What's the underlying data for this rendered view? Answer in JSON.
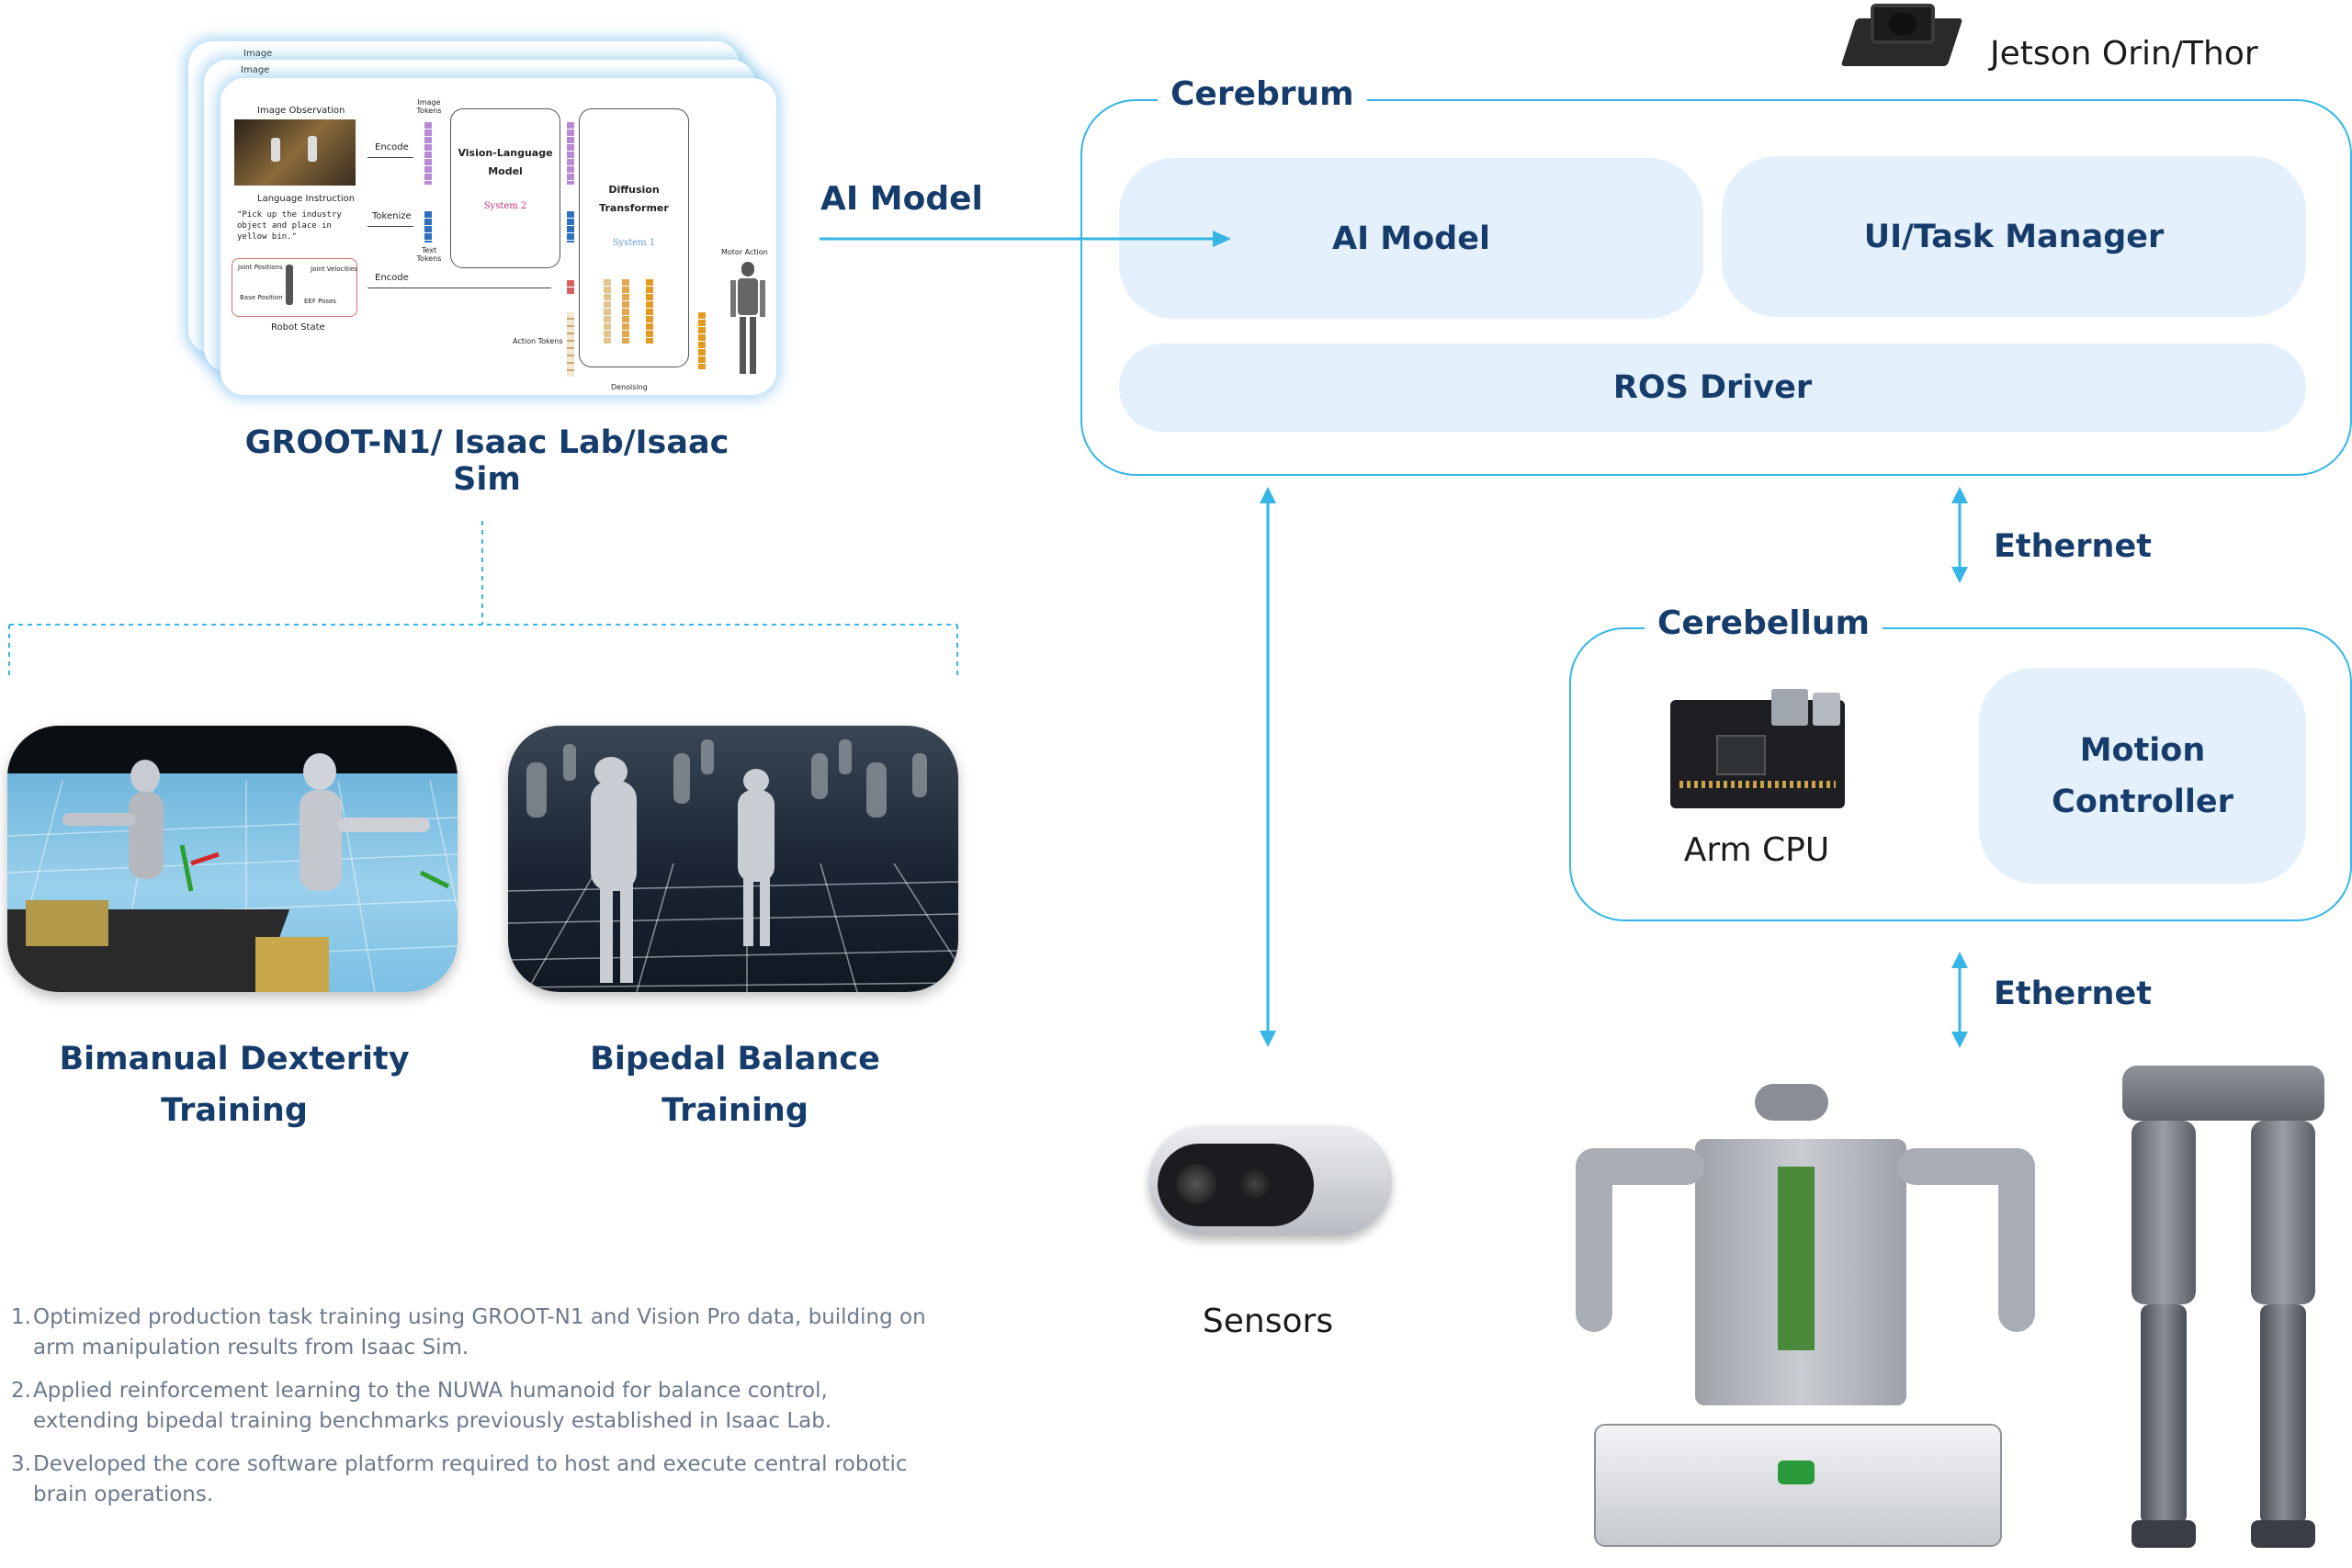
{
  "groot": {
    "title": "GROOT-N1/ Isaac Lab/Isaac Sim",
    "figure": {
      "back_labels": [
        "Image",
        "Image"
      ],
      "image_observation": "Image Observation",
      "language_instruction": "Language Instruction",
      "instruction_text": "\"Pick up the industry object and place in yellow bin.\"",
      "encode": "Encode",
      "tokenize": "Tokenize",
      "encode2": "Encode",
      "image_tokens": "Image Tokens",
      "text_tokens": "Text Tokens",
      "vlm": "Vision-Language Model",
      "system2": "System 2",
      "dit": "Diffusion Transformer",
      "system1": "System 1",
      "motor_action": "Motor Action",
      "action_tokens": "Action Tokens",
      "denoising": "Denoising",
      "robot_state": "Robot State",
      "joint_positions": "Joint Positions",
      "joint_velocities": "Joint Velocities",
      "base_position": "Base Position",
      "eef_poses": "EEF Poses"
    }
  },
  "ai_model_arrow_label": "AI Model",
  "jetson": {
    "label": "Jetson Orin/Thor",
    "icon": "jetson-board-icon"
  },
  "cerebrum": {
    "title": "Cerebrum",
    "ai_model": "AI Model",
    "ui_task_manager": "UI/Task Manager",
    "ros_driver": "ROS Driver"
  },
  "ethernet_top": "Ethernet",
  "ethernet_bottom": "Ethernet",
  "cerebellum": {
    "title": "Cerebellum",
    "arm_cpu": "Arm CPU",
    "motion_controller_line1": "Motion",
    "motion_controller_line2": "Controller"
  },
  "training": {
    "bimanual_line1": "Bimanual Dexterity",
    "bimanual_line2": "Training",
    "bipedal_line1": "Bipedal Balance",
    "bipedal_line2": "Training"
  },
  "sensors": {
    "label": "Sensors",
    "icon": "depth-camera-icon"
  },
  "notes": [
    {
      "num": "1.",
      "text": "Optimized production task training using GROOT-N1 and Vision Pro data, building on arm manipulation results from Isaac Sim."
    },
    {
      "num": "2.",
      "text": "Applied reinforcement learning to the NUWA humanoid for balance control, extending bipedal training benchmarks previously established in Isaac Lab."
    },
    {
      "num": "3.",
      "text": "Developed the core software platform required to host and execute central robotic brain operations."
    }
  ],
  "colors": {
    "accent": "#35b6e6",
    "navy": "#163c6b",
    "pill": "#e4f0fb",
    "note": "#6c7a8c"
  }
}
